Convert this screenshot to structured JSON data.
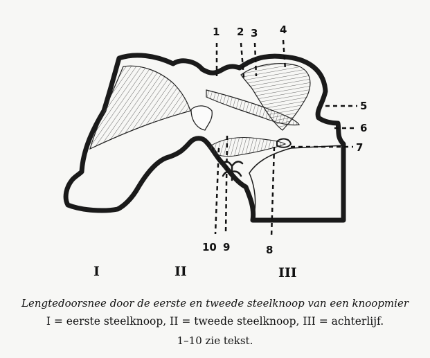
{
  "callouts": [
    "1",
    "2",
    "3",
    "4",
    "5",
    "6",
    "7",
    "8",
    "9",
    "10"
  ],
  "segments": [
    "I",
    "II",
    "III"
  ],
  "caption": {
    "line1": "Lengtedoorsnee door de eerste en tweede steelknoop van een knoopmier",
    "line2": "I = eerste steelknoop, II = tweede steelknoop, III = achterlijf.",
    "line3": "1–10 zie tekst."
  }
}
